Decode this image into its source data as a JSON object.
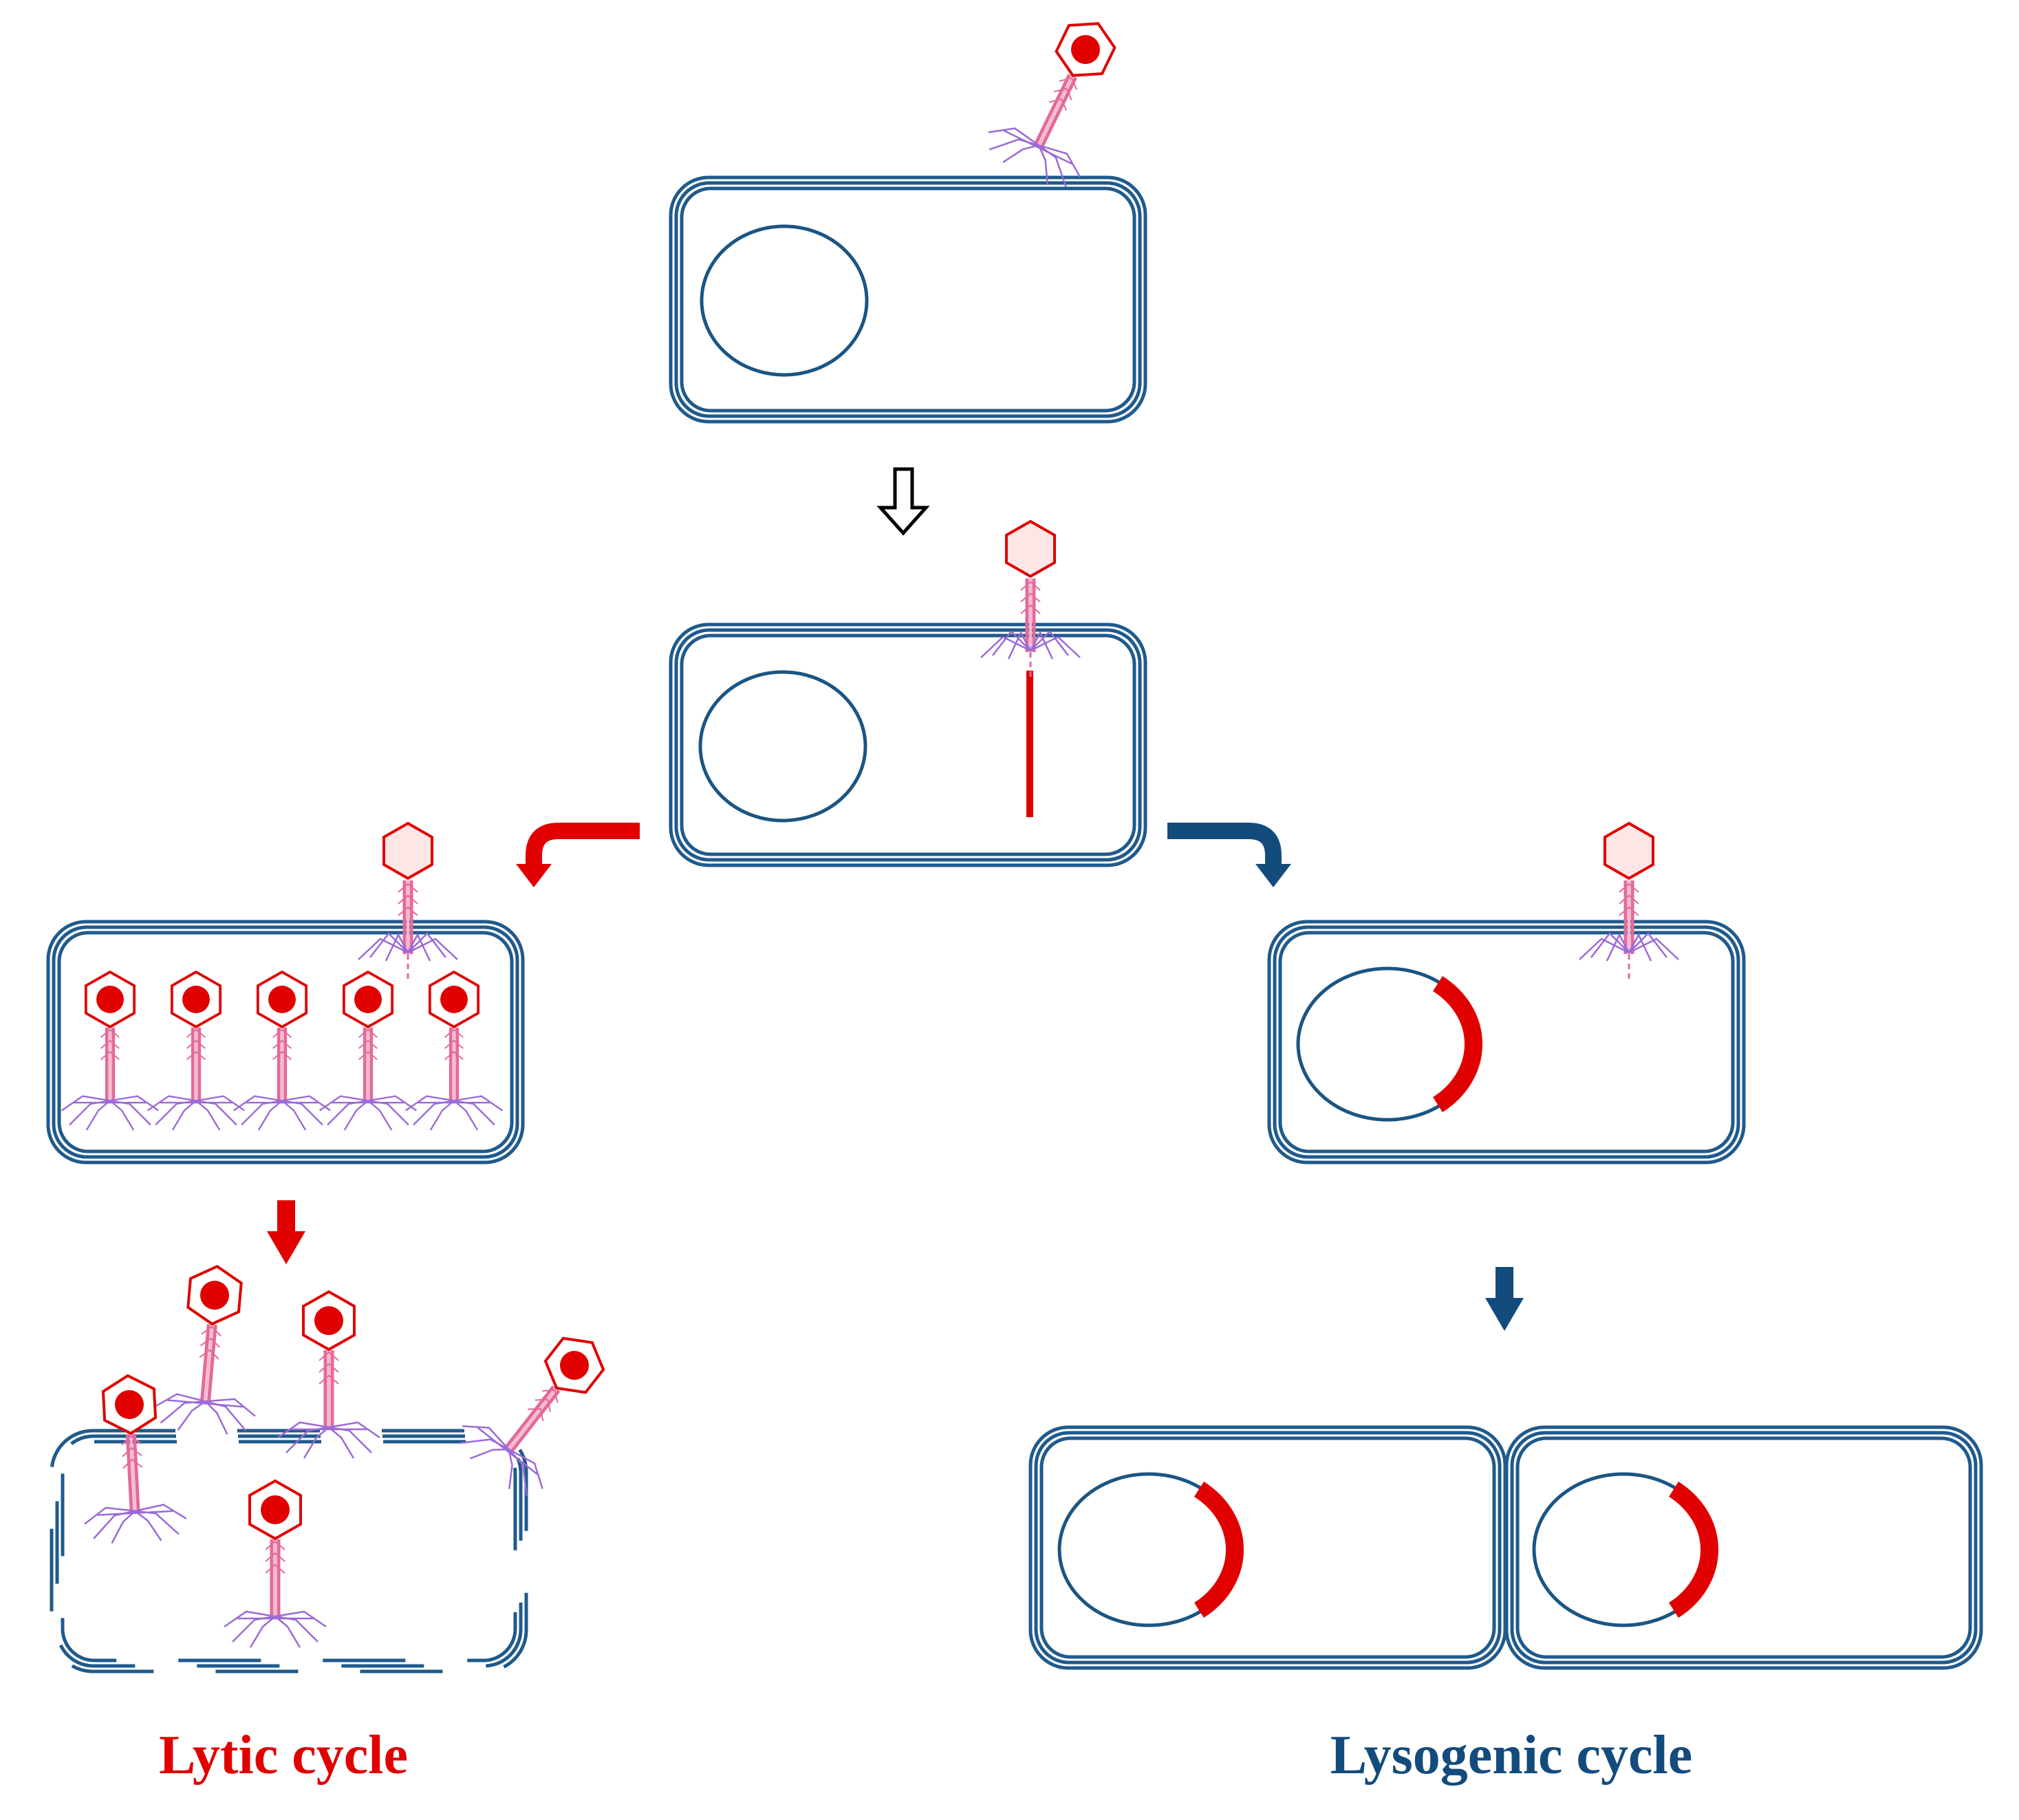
{
  "labels": {
    "lytic": "Lytic cycle",
    "lysogenic": "Lysogenic cycle"
  },
  "colors": {
    "membrane": "#1f5a8c",
    "dna": "#1a5584",
    "phage_red": "#e00000",
    "phage_pink": "#e36a9a",
    "phage_fiber": "#9b6ad6",
    "empty_head_fill": "#fde6e6",
    "lytic_label": "#e00000",
    "lysogenic_label": "#134b7d",
    "arrow_lytic": "#e00000",
    "arrow_lysogenic": "#134b7d",
    "arrow_first": "#000000"
  },
  "icons": {
    "bacterium": "rounded-rect-double-membrane",
    "chromosome": "ellipse",
    "phage": "hexagon-head-tail-fibers",
    "arrow_first": "hollow-down-arrow",
    "arrow_branch": "curved-bent-arrow"
  }
}
